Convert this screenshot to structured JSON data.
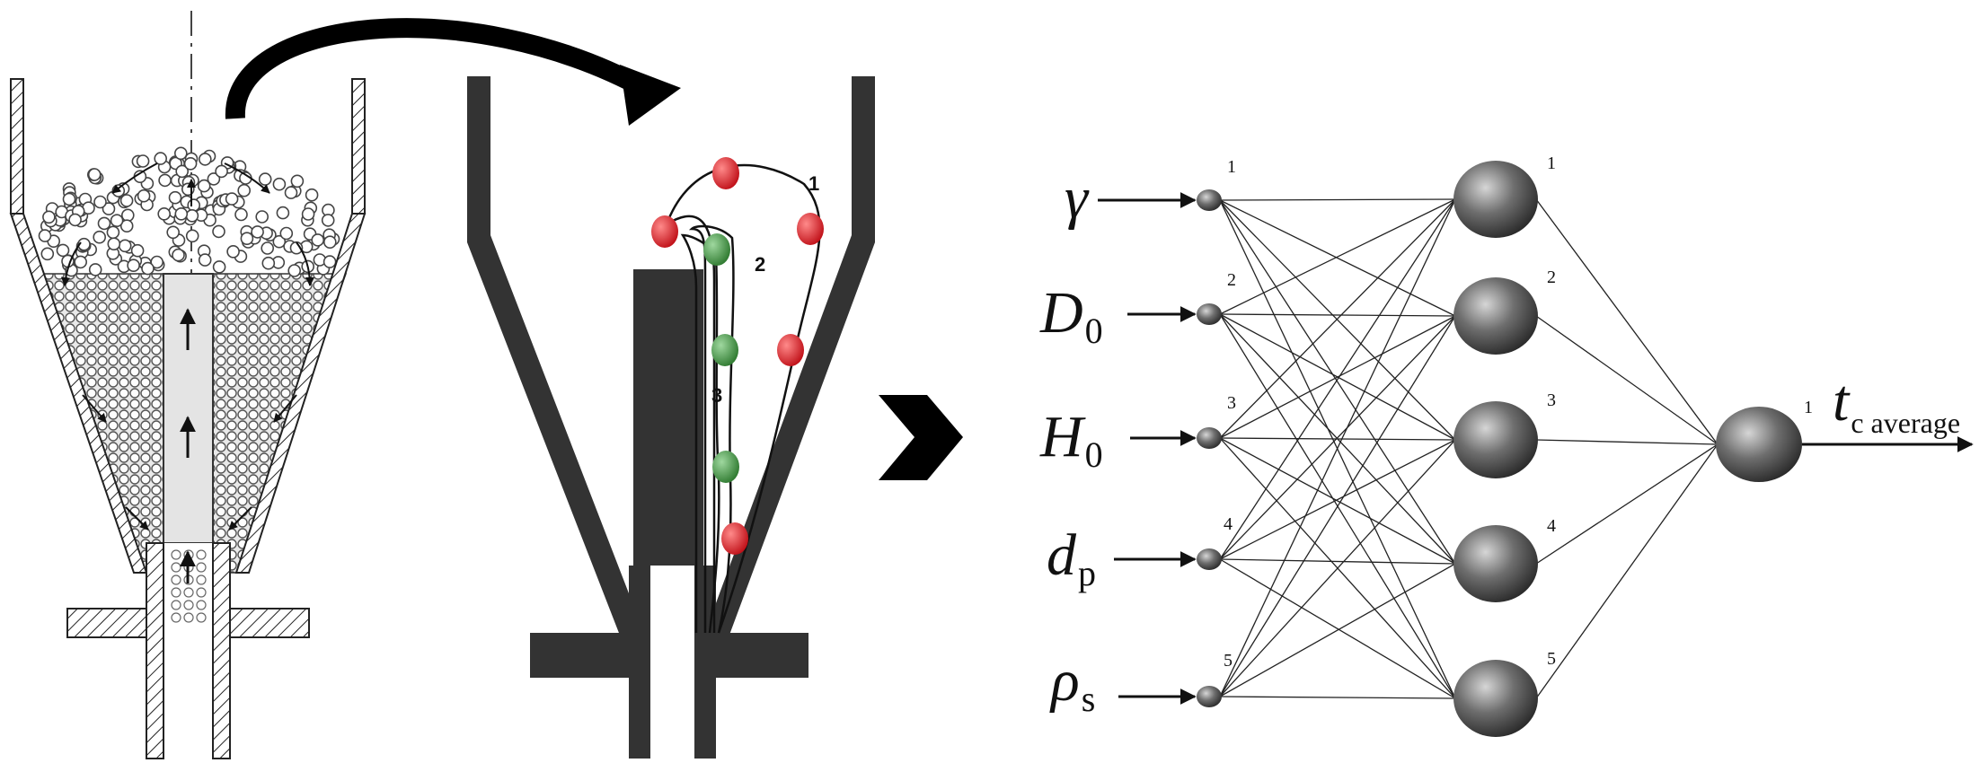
{
  "spouted_bed": {
    "path_labels": [
      "1",
      "2",
      "3"
    ]
  },
  "network": {
    "inputs": [
      {
        "symbol": "γ",
        "subscript": "",
        "node_label": "1"
      },
      {
        "symbol": "D",
        "subscript": "0",
        "node_label": "2"
      },
      {
        "symbol": "H",
        "subscript": "0",
        "node_label": "3"
      },
      {
        "symbol": "d",
        "subscript": "p",
        "node_label": "4"
      },
      {
        "symbol": "ρ",
        "subscript": "s",
        "node_label": "5"
      }
    ],
    "hidden_labels": [
      "1",
      "2",
      "3",
      "4",
      "5"
    ],
    "output": {
      "node_label": "1",
      "symbol": "t",
      "subscript": "c average"
    }
  },
  "colors": {
    "particle_red": "#d8202a",
    "particle_green": "#3d8f3d",
    "wall": "#333333",
    "neuron": "#4a4a4a"
  }
}
